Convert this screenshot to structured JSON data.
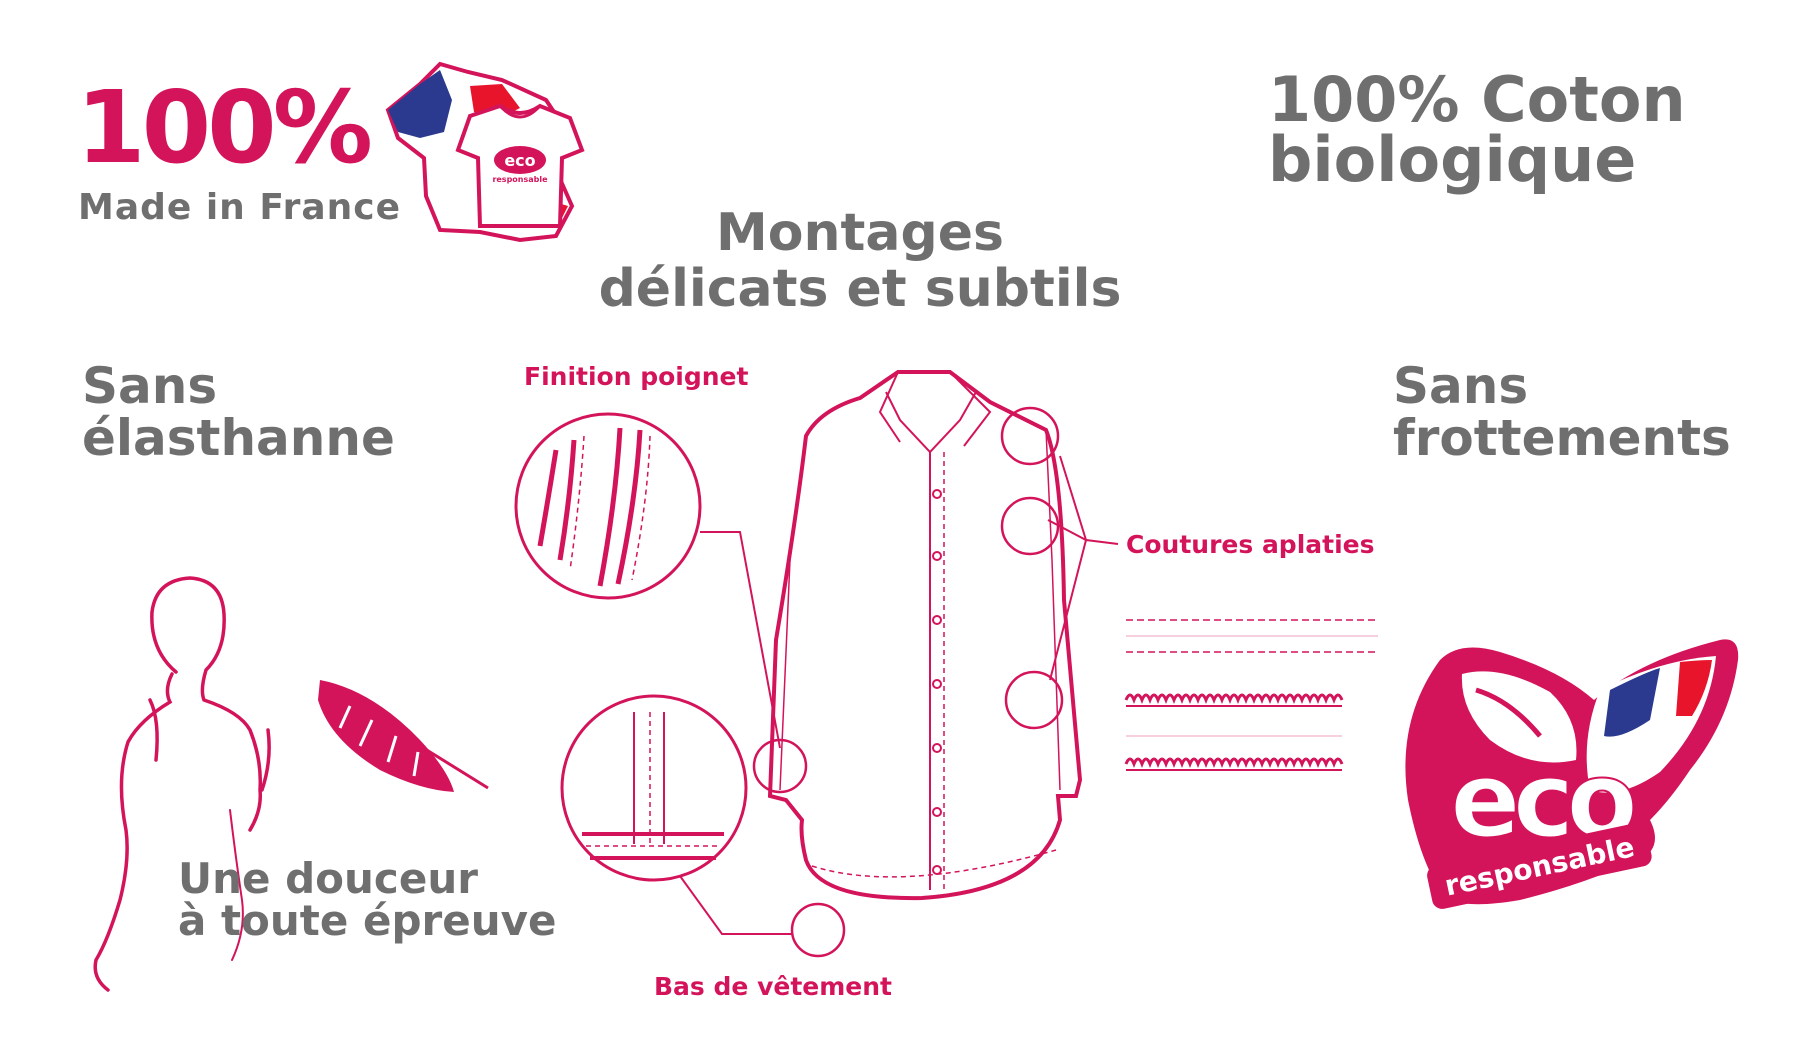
{
  "badge": {
    "percent": "100%",
    "subtitle": "Made in France"
  },
  "cotton": {
    "line1": "100% Coton",
    "line2": "biologique"
  },
  "montages": {
    "line1": "Montages",
    "line2": "délicats et subtils"
  },
  "left_feature": {
    "line1": "Sans",
    "line2": "élasthanne"
  },
  "right_feature": {
    "line1": "Sans",
    "line2": "frottements"
  },
  "softness": {
    "line1": "Une douceur",
    "line2": "à toute épreuve"
  },
  "callouts": {
    "cuff": "Finition poignet",
    "seams": "Coutures aplaties",
    "hem": "Bas de vêtement"
  },
  "eco_logo": {
    "word": "eco",
    "tagline": "responsable"
  },
  "mini_logo": {
    "word": "eco",
    "tagline": "responsable"
  },
  "icons": [
    "france-map-icon",
    "tshirt-icon",
    "woman-silhouette-icon",
    "feather-icon",
    "shirt-illustration",
    "eco-leaf-logo"
  ],
  "colors": {
    "brand_pink": "#d4145a",
    "text_grey": "#6f6f6f",
    "flag_blue": "#2b3a8f",
    "flag_red": "#e8142c"
  }
}
